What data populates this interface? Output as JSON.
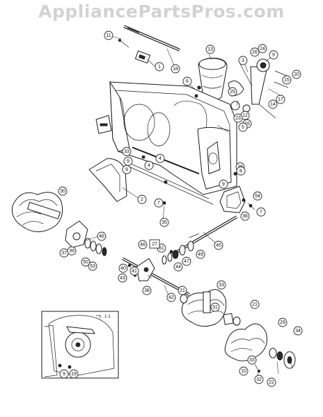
{
  "watermark": "AppliancePartsPros.com",
  "callouts": [
    "11",
    "1",
    "18",
    "13",
    "3",
    "9",
    "26",
    "24",
    "20",
    "15",
    "17",
    "14",
    "6",
    "25",
    "12",
    "16",
    "5",
    "23",
    "9",
    "33",
    "9",
    "4",
    "4",
    "28",
    "8",
    "9",
    "54",
    "7",
    "30",
    "2",
    "7",
    "36",
    "35",
    "46",
    "48",
    "51",
    "45",
    "37",
    "39",
    "50",
    "53",
    "47",
    "49",
    "44",
    "27",
    "40",
    "43",
    "41",
    "38",
    "42",
    "21",
    "33",
    "31",
    "21",
    "29",
    "34",
    "33",
    "22",
    "32",
    "10",
    "9",
    "19"
  ],
  "inset_text": "1-1"
}
